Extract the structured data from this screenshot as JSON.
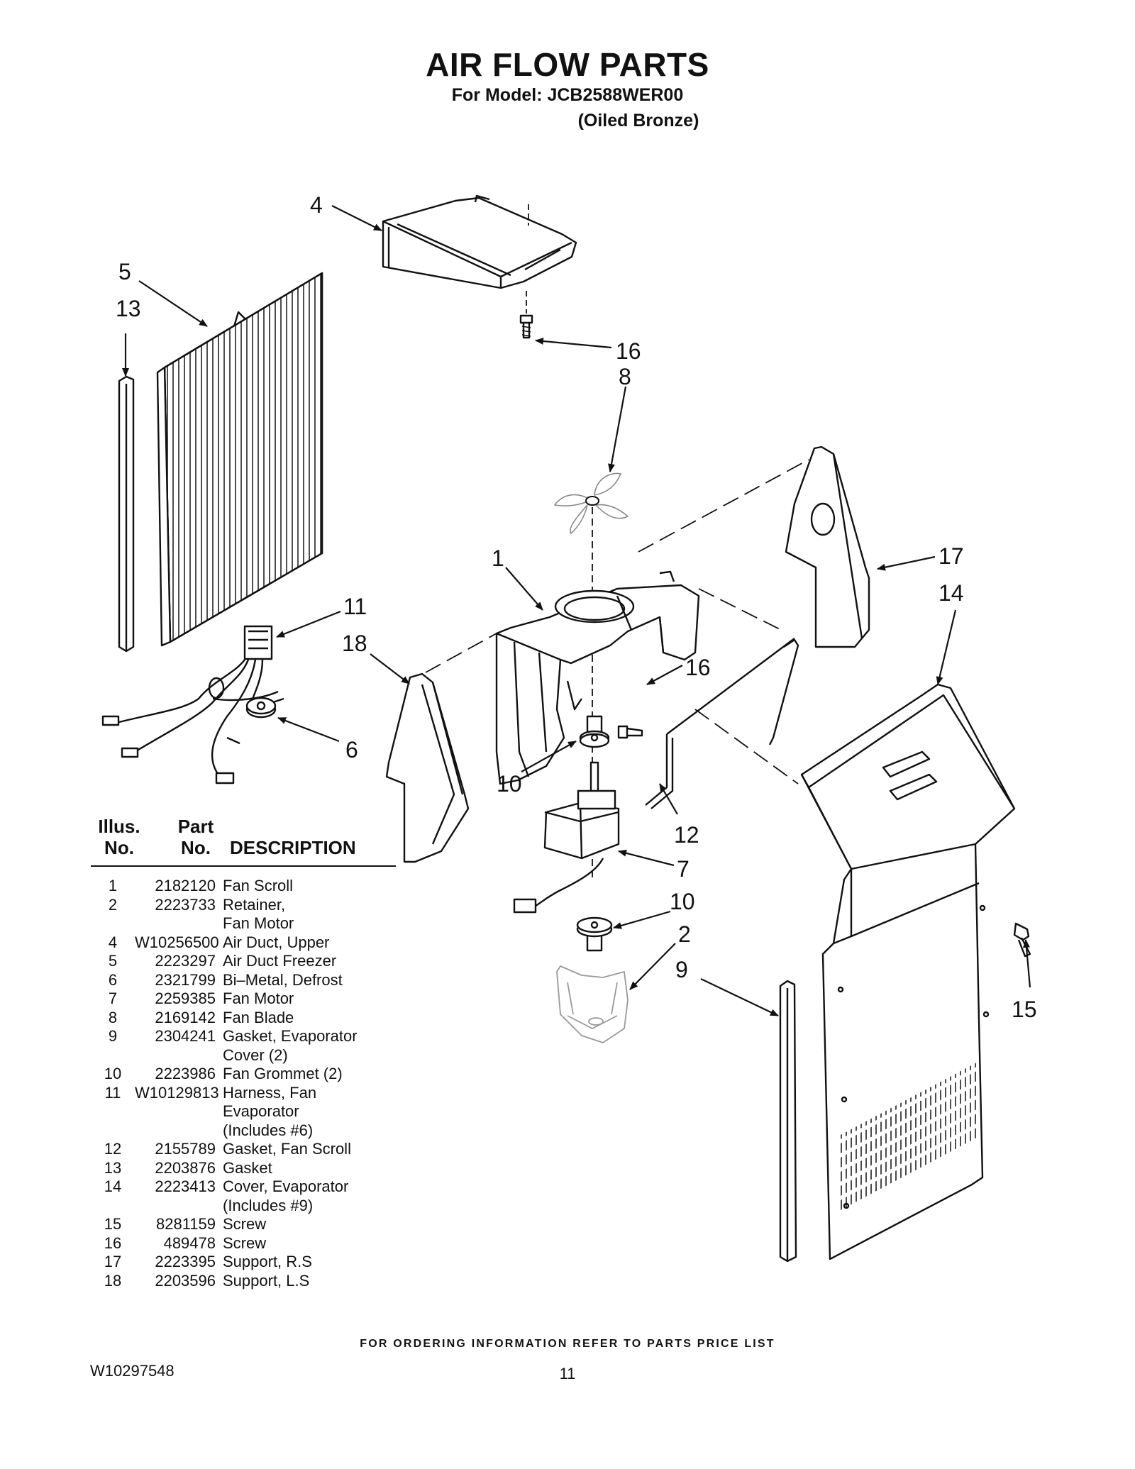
{
  "header": {
    "title": "AIR FLOW PARTS",
    "model_line": "For Model: JCB2588WER00",
    "finish_line": "(Oiled Bronze)"
  },
  "callouts": [
    "4",
    "5",
    "13",
    "16",
    "8",
    "1",
    "17",
    "14",
    "11",
    "18",
    "16",
    "6",
    "10",
    "12",
    "7",
    "10",
    "2",
    "9",
    "15"
  ],
  "parts_table": {
    "headers": {
      "illus_line1": "Illus.",
      "illus_line2": "No.",
      "part_line1": "Part",
      "part_line2": "No.",
      "description": "DESCRIPTION"
    },
    "rows": [
      {
        "no": "1",
        "part": "2182120",
        "desc": "Fan Scroll"
      },
      {
        "no": "2",
        "part": "2223733",
        "desc": "Retainer,"
      },
      {
        "no": "",
        "part": "",
        "desc": "Fan Motor"
      },
      {
        "no": "4",
        "part": "W10256500",
        "desc": "Air Duct, Upper"
      },
      {
        "no": "5",
        "part": "2223297",
        "desc": "Air Duct Freezer"
      },
      {
        "no": "6",
        "part": "2321799",
        "desc": "Bi–Metal, Defrost"
      },
      {
        "no": "7",
        "part": "2259385",
        "desc": "Fan Motor"
      },
      {
        "no": "8",
        "part": "2169142",
        "desc": "Fan Blade"
      },
      {
        "no": "9",
        "part": "2304241",
        "desc": "Gasket, Evaporator"
      },
      {
        "no": "",
        "part": "",
        "desc": "Cover (2)"
      },
      {
        "no": "10",
        "part": "2223986",
        "desc": "Fan Grommet (2)"
      },
      {
        "no": "11",
        "part": "W10129813",
        "desc": "Harness, Fan"
      },
      {
        "no": "",
        "part": "",
        "desc": "Evaporator"
      },
      {
        "no": "",
        "part": "",
        "desc": "(Includes #6)"
      },
      {
        "no": "12",
        "part": "2155789",
        "desc": "Gasket, Fan Scroll"
      },
      {
        "no": "13",
        "part": "2203876",
        "desc": "Gasket"
      },
      {
        "no": "14",
        "part": "2223413",
        "desc": "Cover, Evaporator"
      },
      {
        "no": "",
        "part": "",
        "desc": "(Includes #9)"
      },
      {
        "no": "15",
        "part": "8281159",
        "desc": "Screw"
      },
      {
        "no": "16",
        "part": "489478",
        "desc": "Screw"
      },
      {
        "no": "17",
        "part": "2223395",
        "desc": "Support, R.S"
      },
      {
        "no": "18",
        "part": "2203596",
        "desc": "Support, L.S"
      }
    ]
  },
  "footer": {
    "ordering_note": "FOR ORDERING INFORMATION REFER TO PARTS PRICE LIST",
    "doc_number": "W10297548",
    "page_number": "11"
  }
}
